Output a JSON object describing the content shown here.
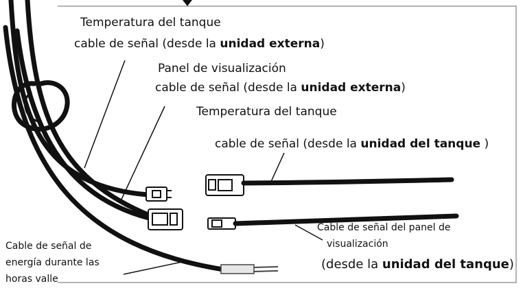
{
  "colors": {
    "line": "#111111",
    "frame": "#9a9a9a",
    "background": "#ffffff"
  },
  "labels": {
    "tank_temp_outdoor": {
      "line1": "Temperatura del tanque",
      "line2_prefix": "cable de señal (desde la ",
      "line2_bold": "unidad externa",
      "line2_suffix": ")"
    },
    "display_panel_outdoor": {
      "line1": "Panel de visualización",
      "line2_prefix": "cable de señal (desde la ",
      "line2_bold": "unidad externa",
      "line2_suffix": ")"
    },
    "tank_temp_tank": {
      "line1": "Temperatura del tanque",
      "line2_prefix": "cable de señal (desde la ",
      "line2_bold": "unidad del tanque",
      "line2_suffix": " )"
    },
    "display_panel_tank": {
      "line1": "Cable de señal del panel de",
      "line2": "visualización",
      "line3_prefix": "(desde la ",
      "line3_bold": "unidad del tanque",
      "line3_suffix": ")"
    },
    "offpeak_energy": {
      "line1": "Cable de señal de",
      "line2": "energía durante las",
      "line3": "horas valle"
    }
  }
}
